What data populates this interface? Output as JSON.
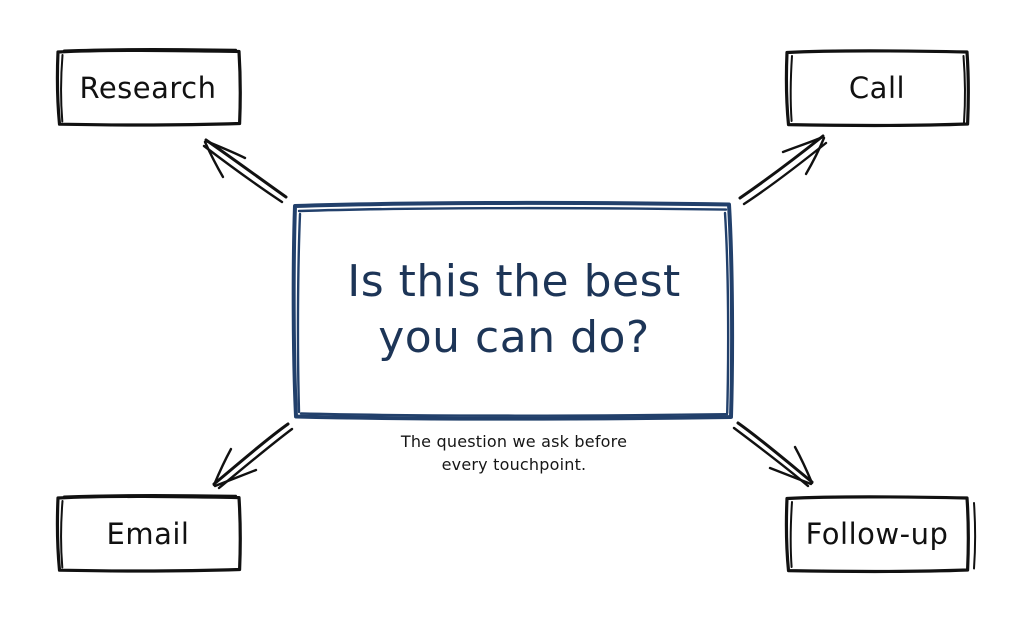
{
  "diagram": {
    "title": "Is this the best you can do?",
    "style": "hand-drawn sketch",
    "background_color": "#ffffff",
    "accent_color": "#1d3557",
    "outline_color": "#111111"
  },
  "center": {
    "name": "central-question-box",
    "line1": "Is this the best",
    "line2": "you can do?",
    "text_color": "#1d3557",
    "border_color": "#22406b"
  },
  "caption": {
    "line1": "The question we ask before",
    "line2": "every touchpoint.",
    "text_color": "#161616"
  },
  "nodes": [
    {
      "id": "research",
      "label": "Research",
      "position": "top-left",
      "border_color": "#111111"
    },
    {
      "id": "call",
      "label": "Call",
      "position": "top-right",
      "border_color": "#111111"
    },
    {
      "id": "email",
      "label": "Email",
      "position": "bottom-left",
      "border_color": "#111111"
    },
    {
      "id": "followup",
      "label": "Follow-up",
      "position": "bottom-right",
      "border_color": "#111111"
    }
  ],
  "arrows": [
    {
      "id": "arrow-to-research",
      "from": "center",
      "to": "research",
      "direction": "up-left",
      "color": "#111111"
    },
    {
      "id": "arrow-to-call",
      "from": "center",
      "to": "call",
      "direction": "up-right",
      "color": "#111111"
    },
    {
      "id": "arrow-to-email",
      "from": "center",
      "to": "email",
      "direction": "down-left",
      "color": "#111111"
    },
    {
      "id": "arrow-to-followup",
      "from": "center",
      "to": "followup",
      "direction": "down-right",
      "color": "#111111"
    }
  ]
}
